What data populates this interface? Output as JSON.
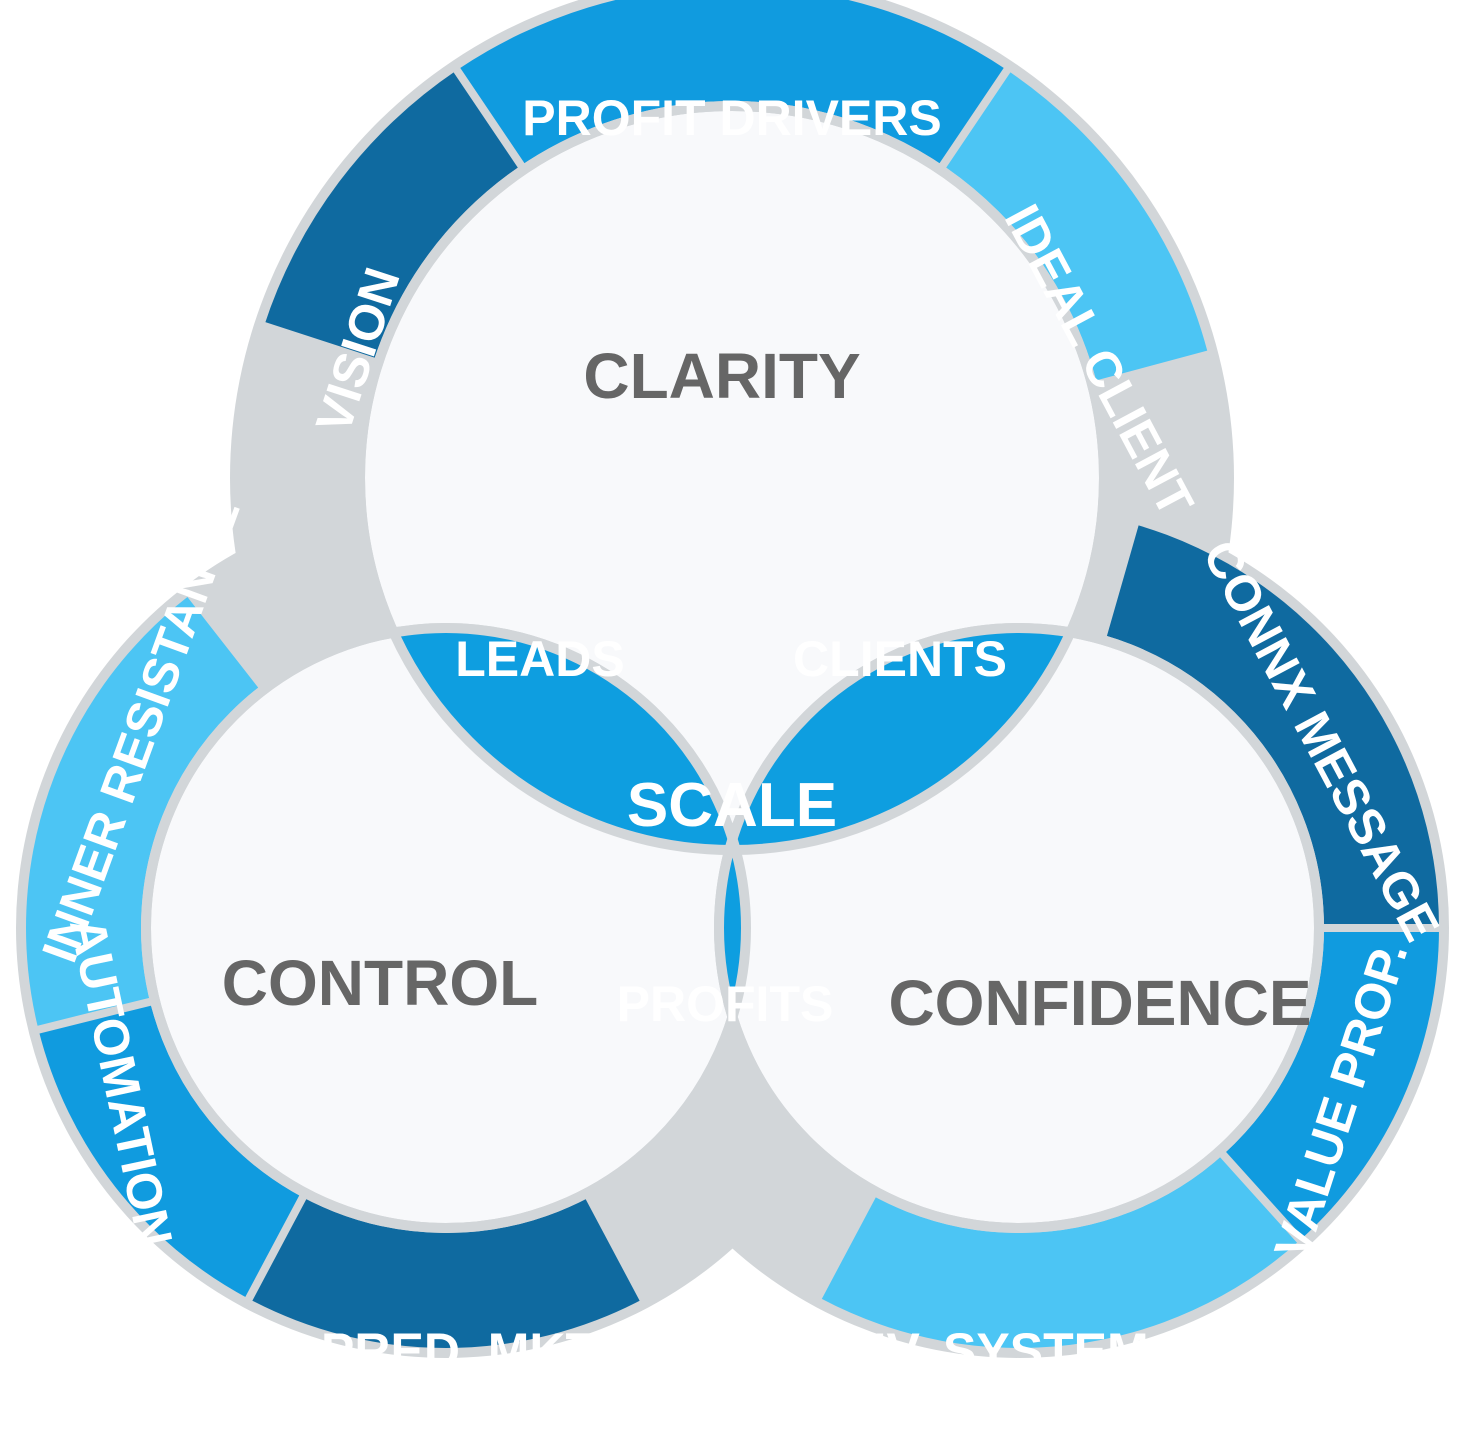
{
  "colors": {
    "dark": "#0f6aa0",
    "mid": "#109bdf",
    "light": "#4cc5f4",
    "lens": "#0e9ee0",
    "center": "#7acb38",
    "border": "#d2d6d9",
    "inner": "#f8f9fb",
    "circle_text": "#666666",
    "white_text": "#ffffff"
  },
  "circles": {
    "clarity": "CLARITY",
    "control": "CONTROL",
    "confidence": "CONFIDENCE"
  },
  "overlaps": {
    "leads": "LEADS",
    "clients": "CLIENTS",
    "profits": "PROFITS",
    "center": "SCALE"
  },
  "ring": {
    "profit_drivers": "PROFIT DRIVERS",
    "vision": "VISION",
    "ideal_client": "IDEAL CLIENT",
    "inner_resistance": "INNER RESISTANCE",
    "connx_message": "CONNX MESSAGE",
    "automation": "AUTOMATION",
    "value_prop": "VALUE PROP.",
    "pred_mktg": "PRED. MKTG",
    "conv_system": "CONV. SYSTEM"
  }
}
